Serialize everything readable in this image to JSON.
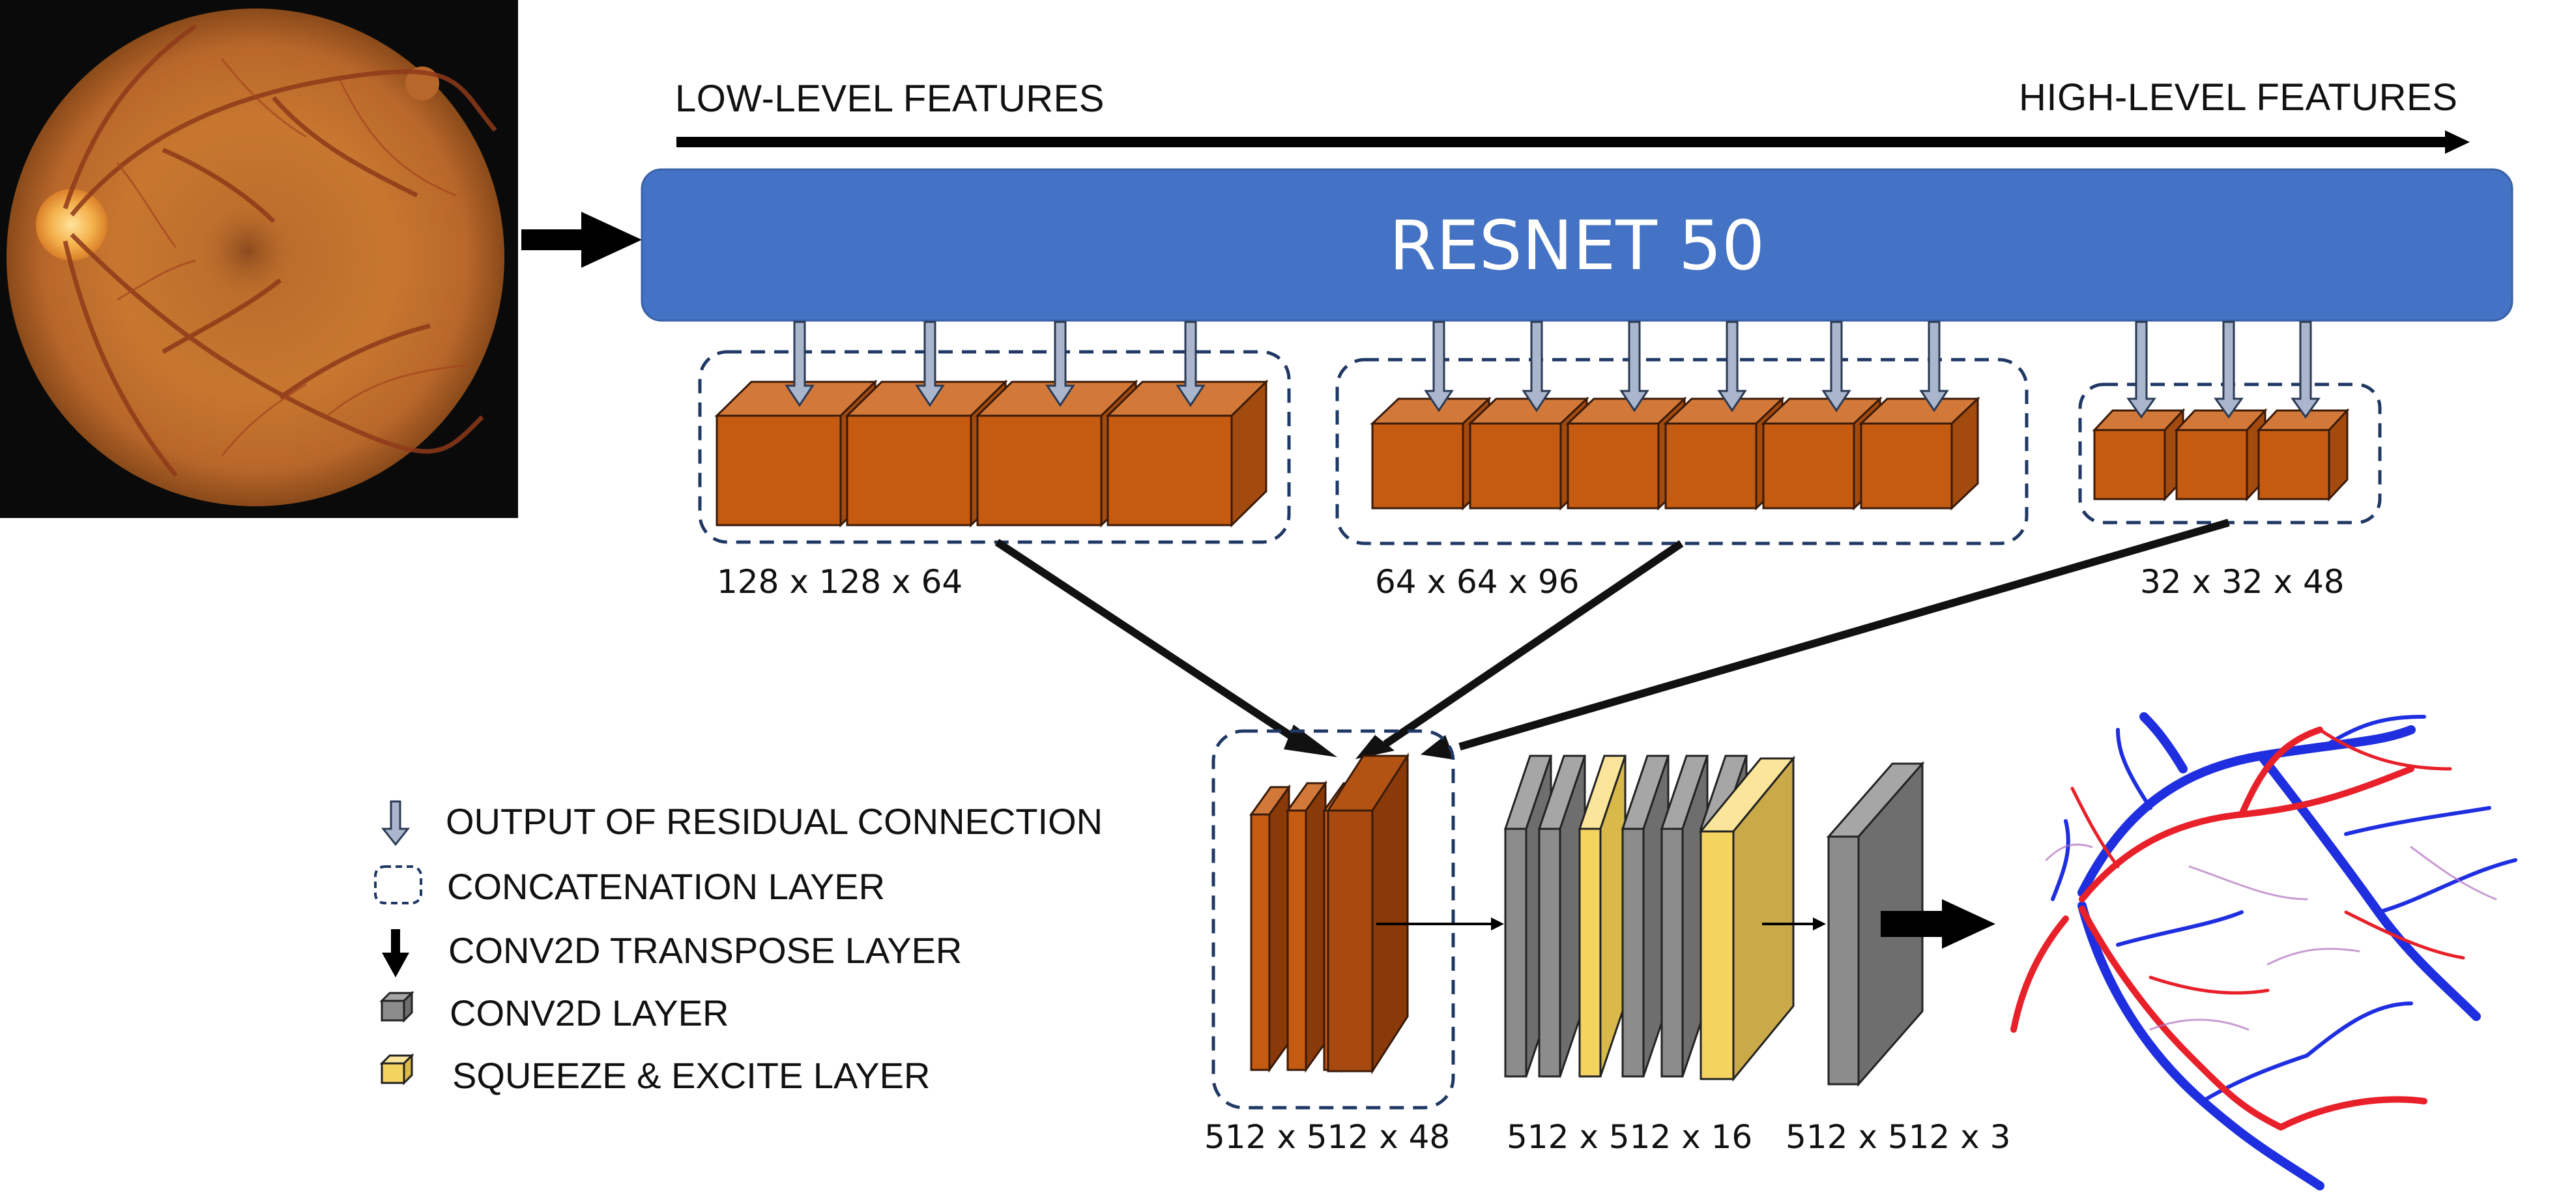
{
  "header": {
    "low_level": "LOW-LEVEL FEATURES",
    "high_level": "HIGH-LEVEL FEATURES"
  },
  "backbone": {
    "title": "RESNET 50"
  },
  "feature_groups": [
    {
      "label": "128 x 128 x 64",
      "blocks": 4
    },
    {
      "label": "64 x 64 x 96",
      "blocks": 6
    },
    {
      "label": "32 x 32 x 48",
      "blocks": 3
    }
  ],
  "decoder": {
    "concat_label": "512 x 512 x 48",
    "conv_label": "512 x 512 x 16",
    "final_label": "512 x 512 x 3"
  },
  "legend": [
    {
      "icon": "residual-output-arrow-icon",
      "text": "OUTPUT OF RESIDUAL CONNECTION"
    },
    {
      "icon": "concatenation-dashed-box-icon",
      "text": "CONCATENATION LAYER"
    },
    {
      "icon": "conv2d-transpose-arrow-icon",
      "text": "CONV2D TRANSPOSE LAYER"
    },
    {
      "icon": "conv2d-cube-icon",
      "text": "CONV2D LAYER"
    },
    {
      "icon": "squeeze-excite-cube-icon",
      "text": "SQUEEZE & EXCITE LAYER"
    }
  ],
  "colors": {
    "resnet_fill": "#4472C4",
    "feature_block": "#C55A11",
    "conv2d": "#8C8C8C",
    "squeeze_excite": "#F4D35E",
    "dashed_border": "#1F3864",
    "fundus_background": "#0A0A0A",
    "fundus_orange": "#C7772F",
    "vessel_red": "#E8202A",
    "vessel_blue": "#1F2FE0"
  }
}
